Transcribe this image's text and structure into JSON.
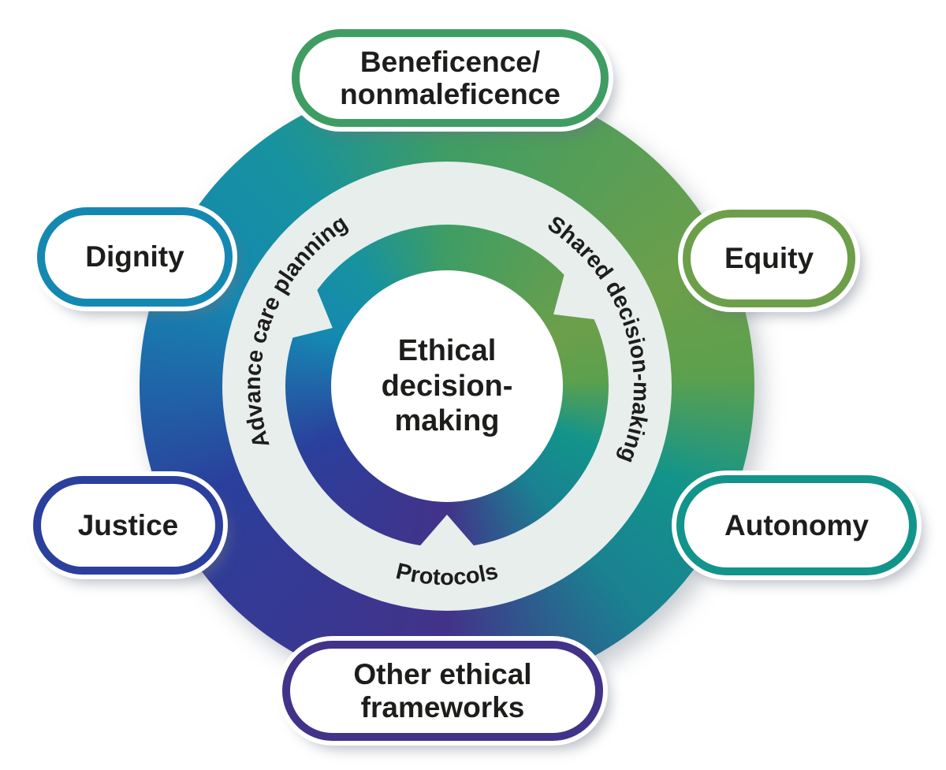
{
  "figure": {
    "center": {
      "lines": [
        "Ethical",
        "decision-",
        "making"
      ]
    },
    "inner_ring": {
      "left_arc_label": "Advance care planning",
      "right_arc_label": "Shared decision-making",
      "bottom_arc_label": "Protocols"
    },
    "pills": [
      {
        "id": "beneficence-nonmaleficence",
        "lines": [
          "Beneficence/",
          "nonmaleficence"
        ],
        "border_color": "#3f9d64"
      },
      {
        "id": "dignity",
        "lines": [
          "Dignity"
        ],
        "border_color": "#1588b2"
      },
      {
        "id": "equity",
        "lines": [
          "Equity"
        ],
        "border_color": "#6d9f4a"
      },
      {
        "id": "justice",
        "lines": [
          "Justice"
        ],
        "border_color": "#2b3f9c"
      },
      {
        "id": "autonomy",
        "lines": [
          "Autonomy"
        ],
        "border_color": "#12948b"
      },
      {
        "id": "other-ethical-frameworks",
        "lines": [
          "Other ethical",
          "frameworks"
        ],
        "border_color": "#433289"
      }
    ],
    "theme": {
      "background": "#ffffff",
      "text_color": "#1d1d1b",
      "pale_ring": "#e7eeec",
      "gradient": {
        "top_green": "#3f9d64",
        "olive_green": "#6d9f4a",
        "right_green": "#5ba04e",
        "teal": "#12948b",
        "southeast_teal": "#1a8191",
        "bottom_indigo": "#433289",
        "royal_blue": "#2b3f9c",
        "cyan_blue": "#1588b2",
        "northwest_teal": "#17929f"
      }
    }
  }
}
